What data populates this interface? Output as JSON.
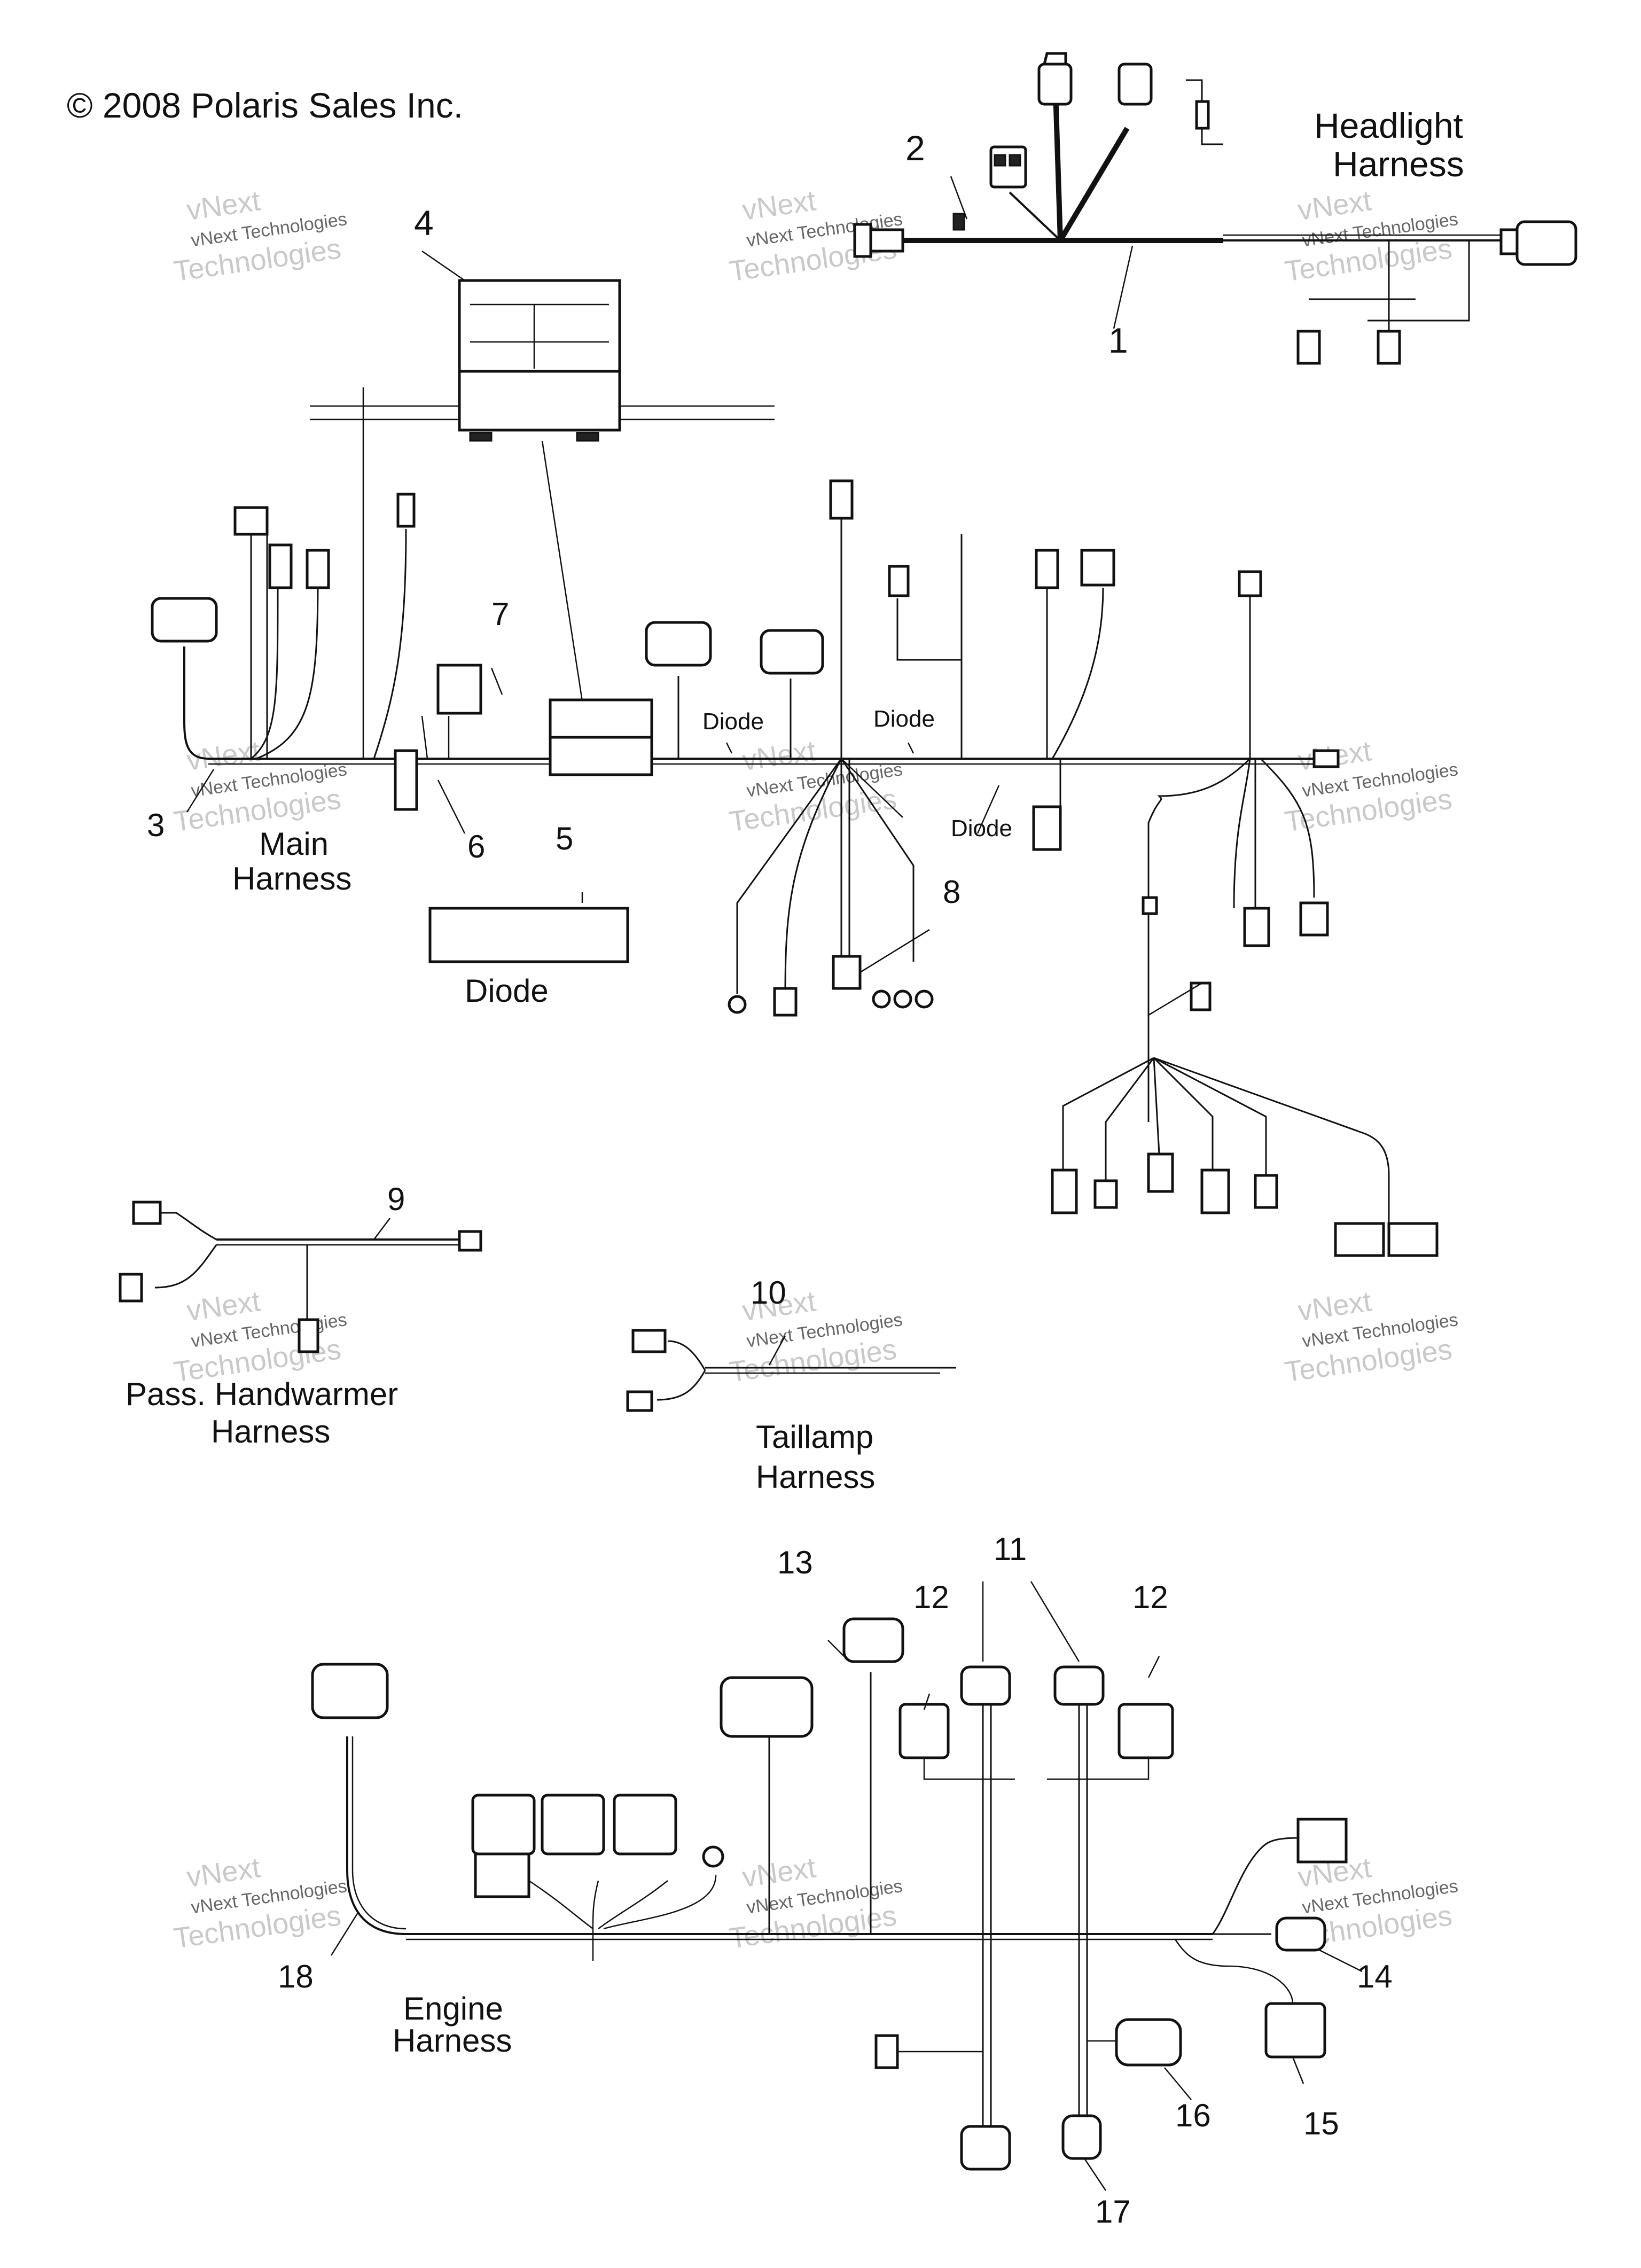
{
  "copyright": "© 2008 Polaris Sales Inc.",
  "watermark": {
    "line1": "vNext Technologies",
    "line2": "vNext",
    "line3": "Technologies"
  },
  "harness_titles": {
    "headlight_1": "Headlight",
    "headlight_2": "Harness",
    "main_1": "Main",
    "main_2": "Harness",
    "diode": "Diode",
    "handwarmer_1": "Pass. Handwarmer",
    "handwarmer_2": "Harness",
    "taillamp_1": "Taillamp",
    "taillamp_2": "Harness",
    "engine_1": "Engine",
    "engine_2": "Harness"
  },
  "inline_labels": {
    "diode_a": "Diode",
    "diode_b": "Diode",
    "diode_c": "Diode"
  },
  "callouts": {
    "c1": "1",
    "c2": "2",
    "c3": "3",
    "c4": "4",
    "c5": "5",
    "c6": "6",
    "c7": "7",
    "c8": "8",
    "c9": "9",
    "c10": "10",
    "c11": "11",
    "c12a": "12",
    "c12b": "12",
    "c13": "13",
    "c14": "14",
    "c15": "15",
    "c16": "16",
    "c17": "17",
    "c18": "18"
  }
}
